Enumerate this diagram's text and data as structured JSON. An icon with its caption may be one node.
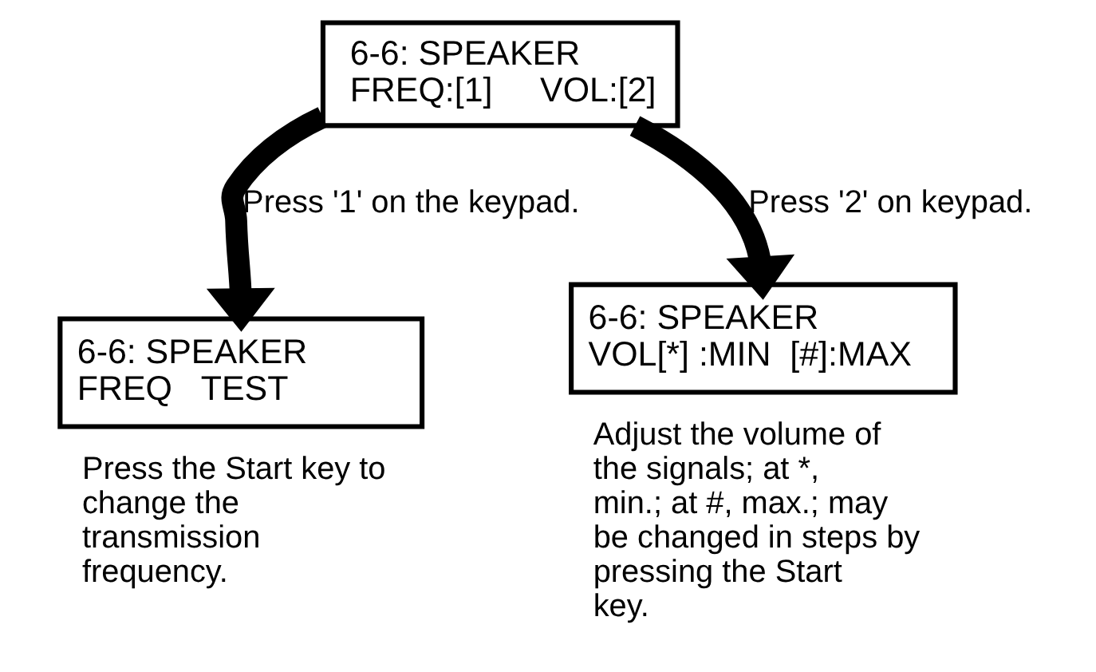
{
  "diagram": {
    "nodes": [
      {
        "text": [
          "6-6: SPEAKER",
          "FREQ:[1]     VOL:[2]"
        ]
      },
      {
        "text": [
          "6-6: SPEAKER",
          "FREQ   TEST"
        ],
        "beside": [
          "Press the Start key to change the transmission frequency."
        ]
      },
      {
        "text": [
          "6-6: SPEAKER",
          "VOL[*] :MIN  [#]:MAX"
        ],
        "beside": [
          "Adjust the volume of the signals; at *, min.; at #, max.; may be changed in steps by pressing the Start key."
        ]
      }
    ],
    "edges": [
      {
        "from": 0,
        "to": 1,
        "arrow": "to",
        "label": "Press '1' on the keypad."
      },
      {
        "from": 0,
        "to": 2,
        "arrow": "to",
        "label": "Press '2' on keypad."
      }
    ]
  }
}
